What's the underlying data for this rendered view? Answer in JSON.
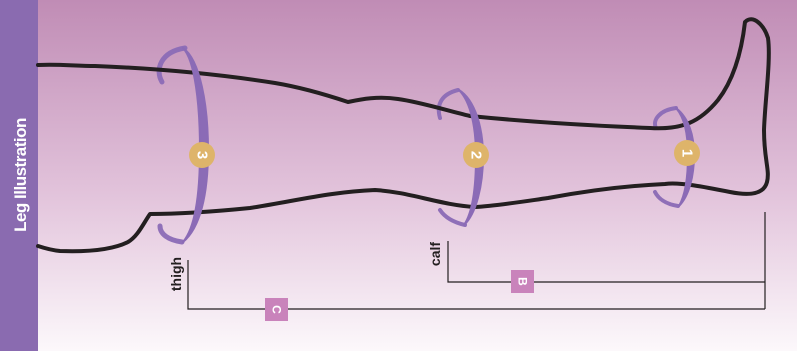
{
  "sidebar": {
    "title": "Leg Illustration"
  },
  "measurements": {
    "point_1": "1",
    "point_2": "2",
    "point_3": "3"
  },
  "labels": {
    "calf": "calf",
    "thigh": "thigh",
    "length_b": "B",
    "length_c": "C"
  },
  "colors": {
    "background_top": "#c08cb5",
    "background_bottom": "#fcf8fb",
    "sidebar": "#8a6bb0",
    "band": "#8b6bb6",
    "marker": "#deb46a",
    "tag": "#c983bb",
    "outline": "#231f20"
  }
}
